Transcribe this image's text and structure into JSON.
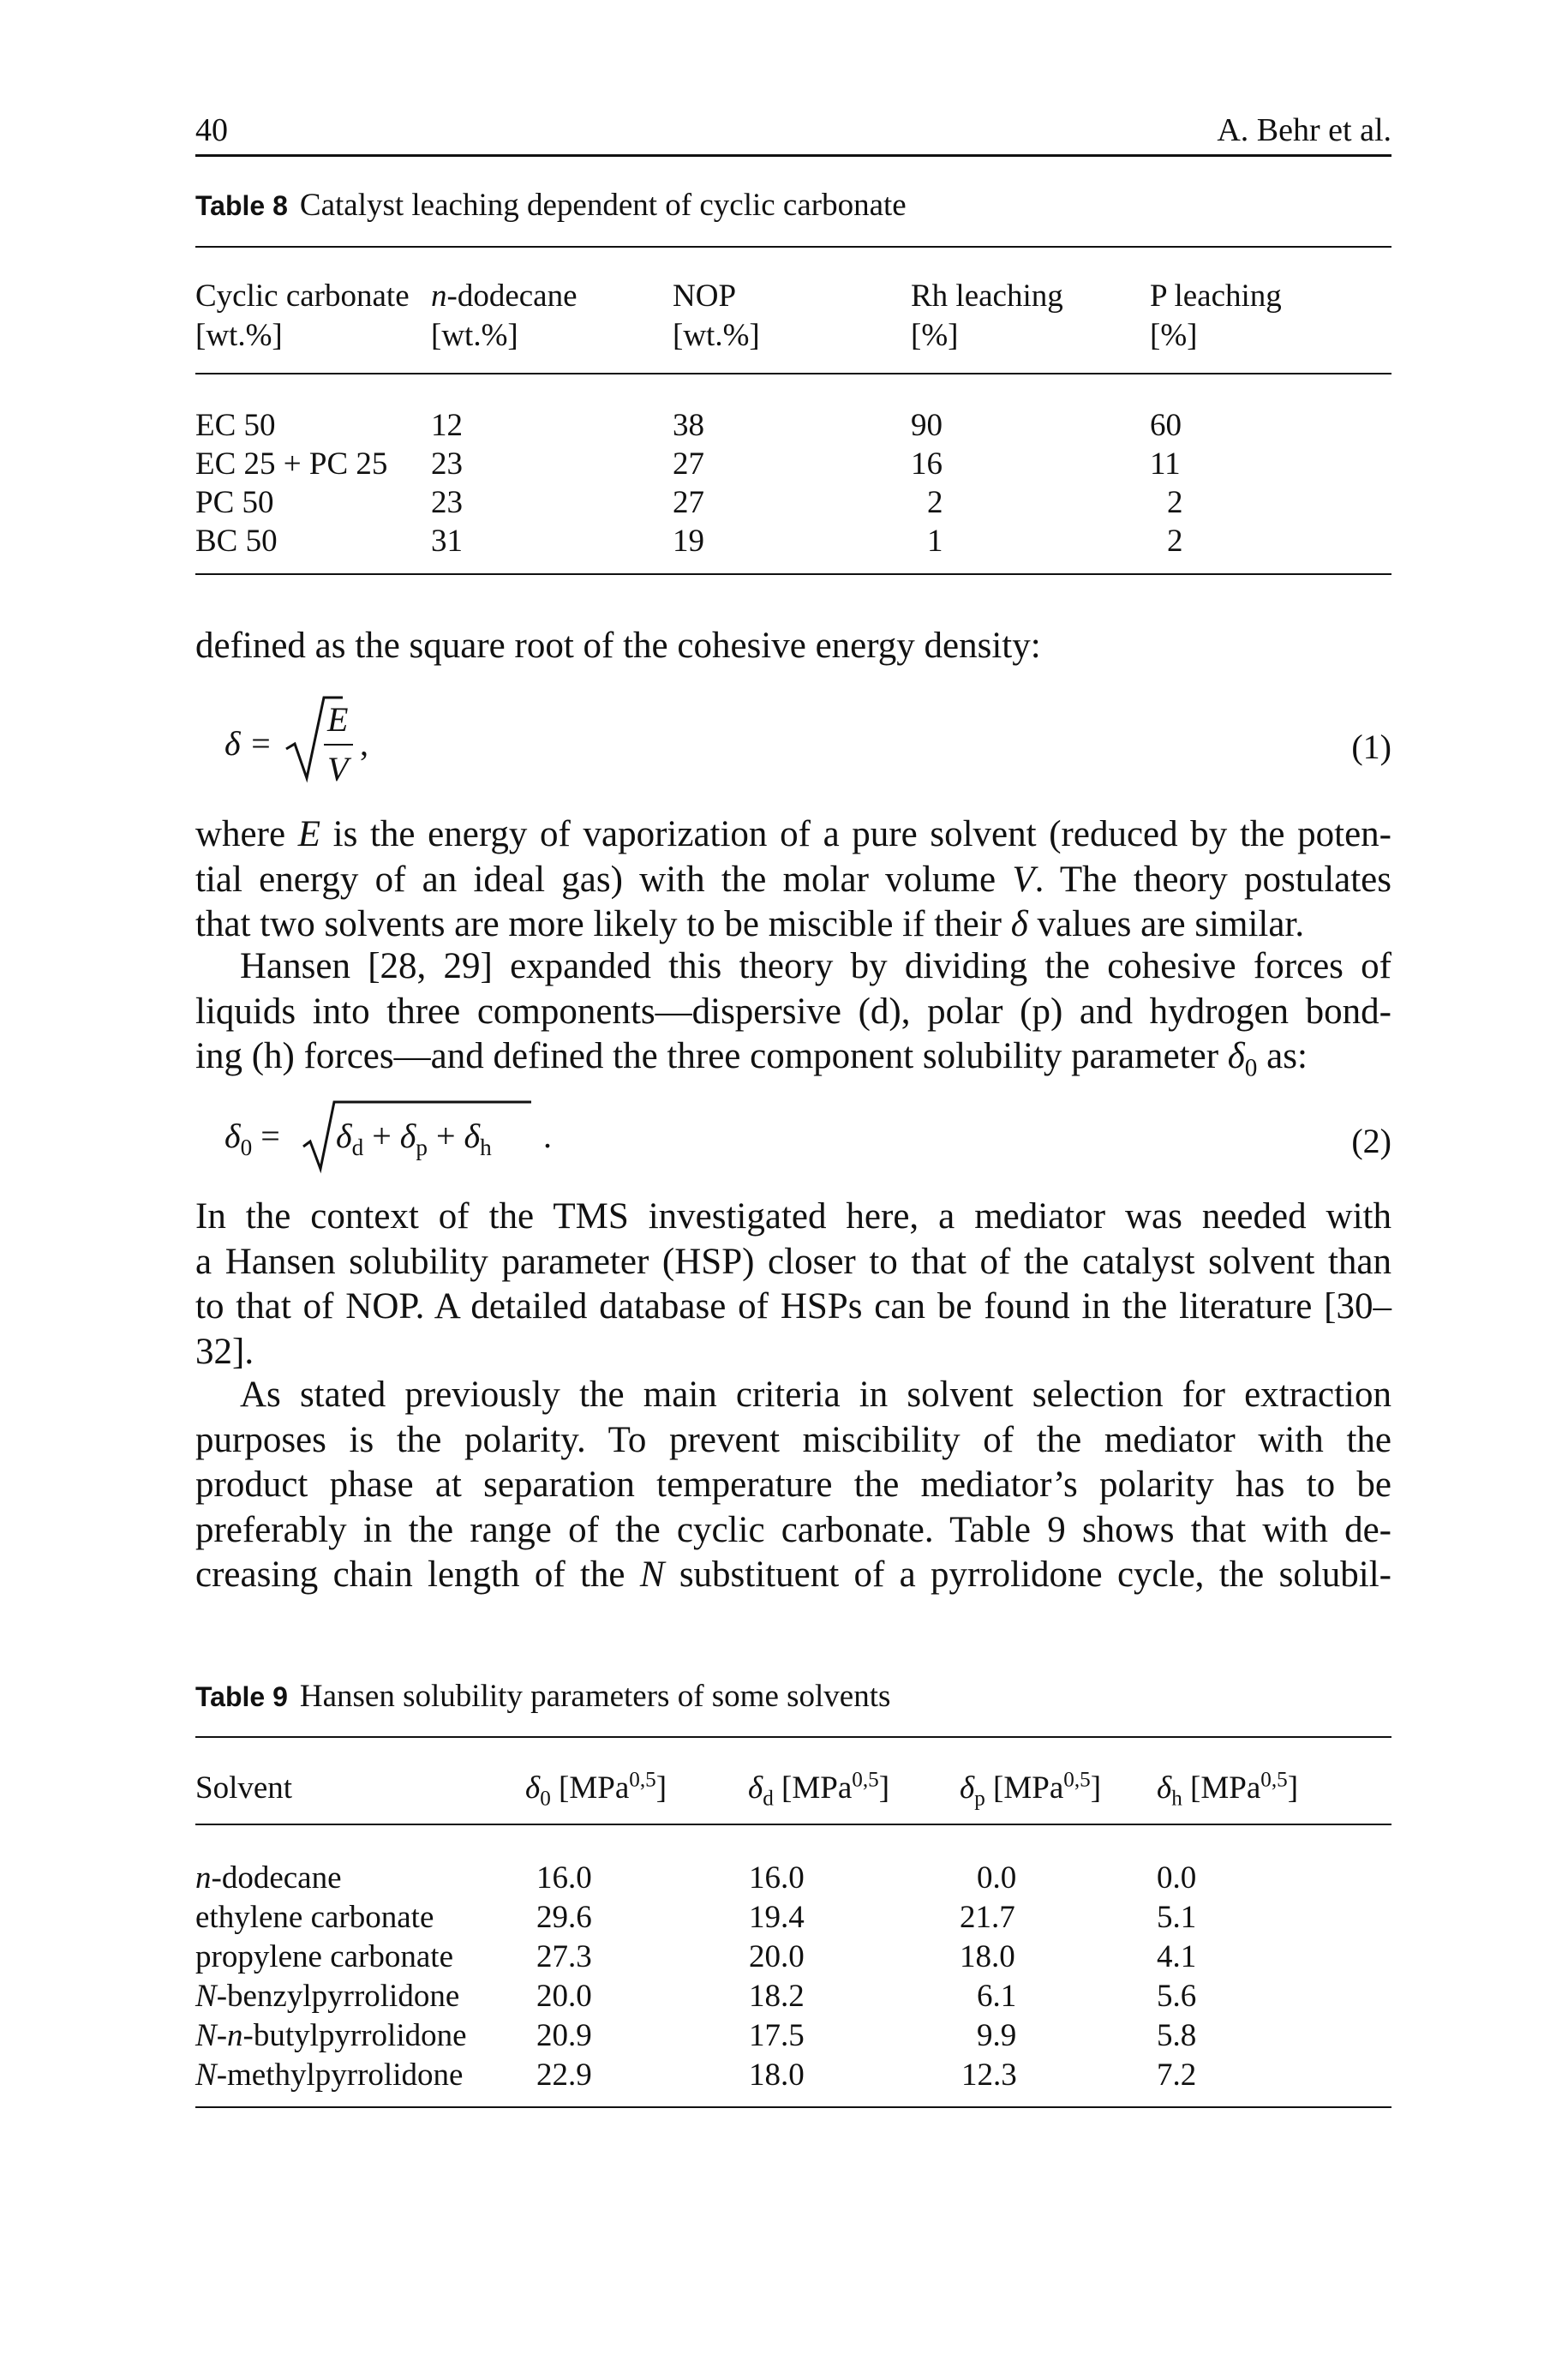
{
  "header": {
    "page_number": "40",
    "author": "A. Behr et al."
  },
  "table8": {
    "label": "Table 8",
    "caption": "Catalyst leaching dependent of cyclic carbonate",
    "headers": [
      [
        "Cyclic carbonate",
        "[wt.%]"
      ],
      [
        "n-dodecane",
        "[wt.%]"
      ],
      [
        "NOP",
        "[wt.%]"
      ],
      [
        "Rh leaching",
        "[%]"
      ],
      [
        "P leaching",
        "[%]"
      ]
    ],
    "rows": [
      [
        "EC 50",
        "12",
        "38",
        "90",
        "60"
      ],
      [
        "EC 25 + PC 25",
        "23",
        "27",
        "16",
        "11"
      ],
      [
        "PC 50",
        "23",
        "27",
        "2",
        "2"
      ],
      [
        "BC 50",
        "31",
        "19",
        "1",
        "2"
      ]
    ]
  },
  "body": {
    "p1": "defined as the square root of the cohesive energy density:",
    "eq1_lhs": "δ =",
    "eq1_num": "E",
    "eq1_den": "V",
    "eq1_tail": ",",
    "eq1_number": "(1)",
    "p2": [
      "where E is the energy of vaporization of a pure solvent (reduced by the poten-",
      "tial energy of an ideal gas) with the molar volume V. The theory postulates",
      "that two solvents are more likely to be miscible if their δ values are similar."
    ],
    "p3": [
      "Hansen [28, 29] expanded this theory by dividing the cohesive forces of",
      "liquids into three components—dispersive (d), polar (p) and hydrogen bond-",
      "ing (h) forces—and defined the three component solubility parameter δ0 as:"
    ],
    "eq2_lhs": "δ0 =",
    "eq2_rad": "δd + δp + δh",
    "eq2_tail": ".",
    "eq2_number": "(2)",
    "p4": [
      "In the context of the TMS investigated here, a mediator was needed with",
      "a Hansen solubility parameter (HSP) closer to that of the catalyst solvent than",
      "to that of NOP. A detailed database of HSPs can be found in the literature [30–",
      "32]."
    ],
    "p5": [
      "As stated previously the main criteria in solvent selection for extraction",
      "purposes is the polarity. To prevent miscibility of the mediator with the",
      "product phase at separation temperature the mediator’s polarity has to be",
      "preferably in the range of the cyclic carbonate. Table 9 shows that with de-",
      "creasing chain length of the N substituent of a pyrrolidone cycle, the solubil-"
    ]
  },
  "table9": {
    "label": "Table 9",
    "caption": "Hansen solubility parameters of some solvents",
    "headers": [
      "Solvent",
      "δ0 [MPa0,5]",
      "δd [MPa0,5]",
      "δp [MPa0,5]",
      "δh [MPa0,5]"
    ],
    "rows": [
      [
        "n-dodecane",
        "16.0",
        "16.0",
        "0.0",
        "0.0"
      ],
      [
        "ethylene carbonate",
        "29.6",
        "19.4",
        "21.7",
        "5.1"
      ],
      [
        "propylene carbonate",
        "27.3",
        "20.0",
        "18.0",
        "4.1"
      ],
      [
        "N-benzylpyrrolidone",
        "20.0",
        "18.2",
        "6.1",
        "5.6"
      ],
      [
        "N-n-butylpyrrolidone",
        "20.9",
        "17.5",
        "9.9",
        "5.8"
      ],
      [
        "N-methylpyrrolidone",
        "22.9",
        "18.0",
        "12.3",
        "7.2"
      ]
    ]
  }
}
